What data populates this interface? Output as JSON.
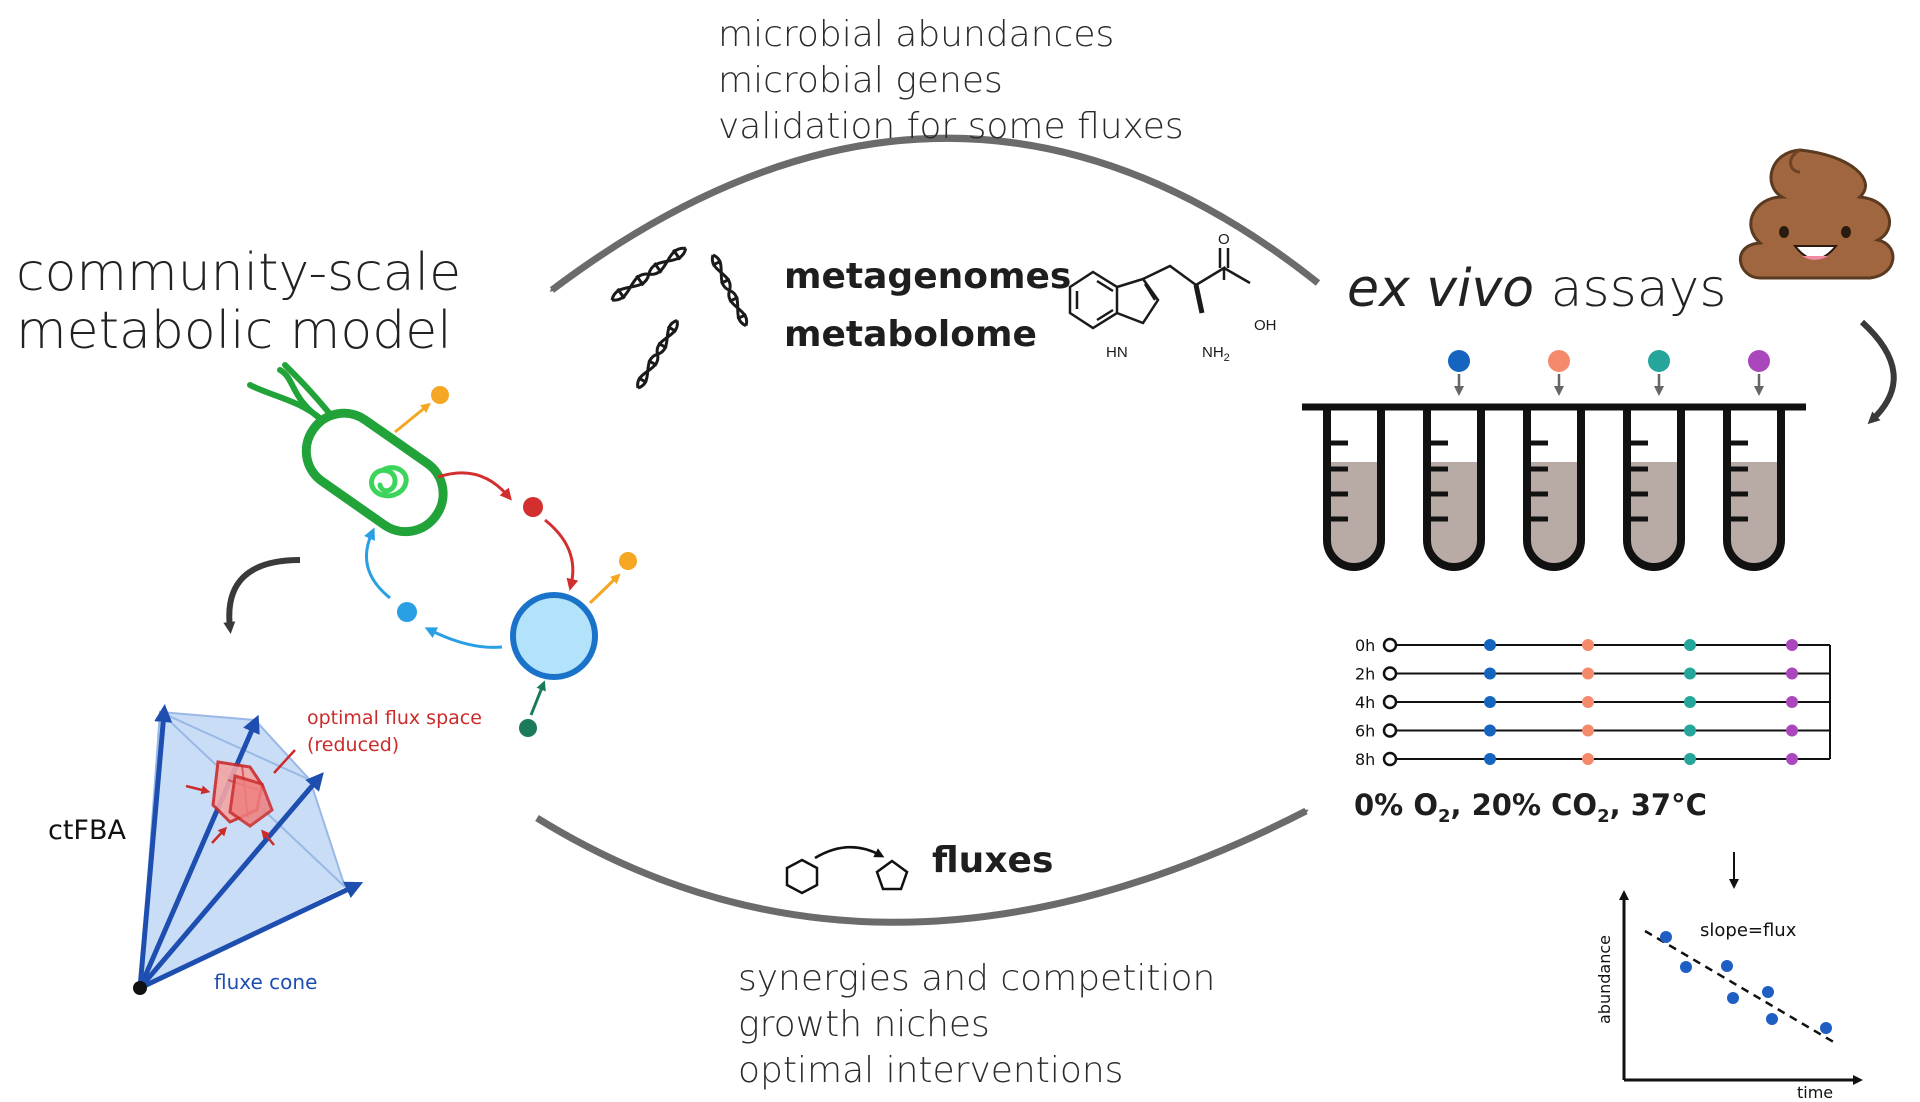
{
  "top_feedback": {
    "lines": [
      "microbial abundances",
      "microbial genes",
      "validation for some fluxes"
    ]
  },
  "model": {
    "title_line1": "community-scale",
    "title_line2": "metabolic model"
  },
  "omics": {
    "line1": "metagenomes",
    "line2": "metabolome"
  },
  "molecule_labels": {
    "hn": "HN",
    "nh2": "NH",
    "nh2_sub": "2",
    "oh": "OH",
    "o": "O"
  },
  "assays": {
    "title_italic": "ex vivo",
    "title_rest": " assays",
    "conditions": {
      "o2_pre": "0% O",
      "o2_sub": "2",
      "co2_pre": ", 20% CO",
      "co2_sub": "2",
      "temp": ", 37°C"
    },
    "timepoints": [
      "0h",
      "2h",
      "4h",
      "6h",
      "8h"
    ],
    "substrate_colors": [
      "#1565c0",
      "#f4896b",
      "#26a69a",
      "#ab47bc"
    ],
    "regression": {
      "label": "slope=flux",
      "xlabel": "time",
      "ylabel": "abundance"
    }
  },
  "cone": {
    "method_label": "ctFBA",
    "cone_label": "fluxe cone",
    "optimal_line1": "optimal flux space",
    "optimal_line2": "(reduced)"
  },
  "bottom_output": {
    "fluxes_label": "fluxes",
    "lines": [
      "synergies and competition",
      "growth niches",
      "optimal interventions"
    ]
  },
  "colors": {
    "arrow_gray": "#6b6b6b",
    "bacterium_green": "#22a33a",
    "cell_blue": "#1a73c9",
    "cell_fill": "#b3e2fb",
    "metabolite_red": "#d32f2f",
    "metabolite_orange": "#f5a623",
    "metabolite_blue": "#2a9fe3",
    "metabolite_teal": "#1b7a5c",
    "cone_blue": "#1e4fb0",
    "cone_fill": "#c6dbf6",
    "optimal_red": "#cc2b2b",
    "tube_fill": "#b8aba6",
    "poop_brown": "#a0663f"
  }
}
